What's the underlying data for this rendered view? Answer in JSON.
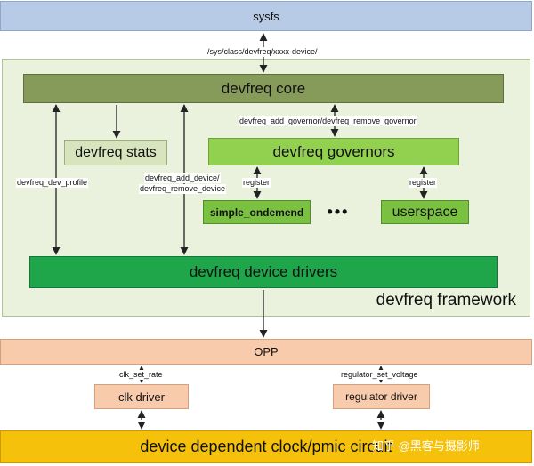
{
  "boxes": {
    "sysfs": "sysfs",
    "core": "devfreq core",
    "stats": "devfreq stats",
    "governors": "devfreq governors",
    "simple_ondemand": "simple_ondemend",
    "ellipsis": "•••",
    "userspace": "userspace",
    "drivers": "devfreq device drivers",
    "framework": "devfreq framework",
    "opp": "OPP",
    "clk_driver": "clk driver",
    "regulator_driver": "regulator driver",
    "circuit": "device dependent clock/pmic circuit"
  },
  "edge_labels": {
    "sysfs_path": "/sys/class/devfreq/xxxx-device/",
    "add_remove_governor": "devfreq_add_governor/devfreq_remove_governor",
    "dev_profile": "devfreq_dev_profile",
    "add_device": "devfreq_add_device/",
    "remove_device": "devfreq_remove_device",
    "register_left": "register",
    "register_right": "register",
    "clk_set_rate": "clk_set_rate",
    "regulator_set_voltage": "regulator_set_voltage"
  },
  "watermark": "知乎 @黑客与摄影师",
  "colors": {
    "sysfs": "#b7cbe6",
    "framework_bg": "#eaf1dd",
    "core": "#869a59",
    "stats": "#d7e4bd",
    "governors": "#92d050",
    "governor_items": "#7ac142",
    "drivers": "#1fa64b",
    "opp": "#f8cbad",
    "circuit": "#f5c10a"
  }
}
